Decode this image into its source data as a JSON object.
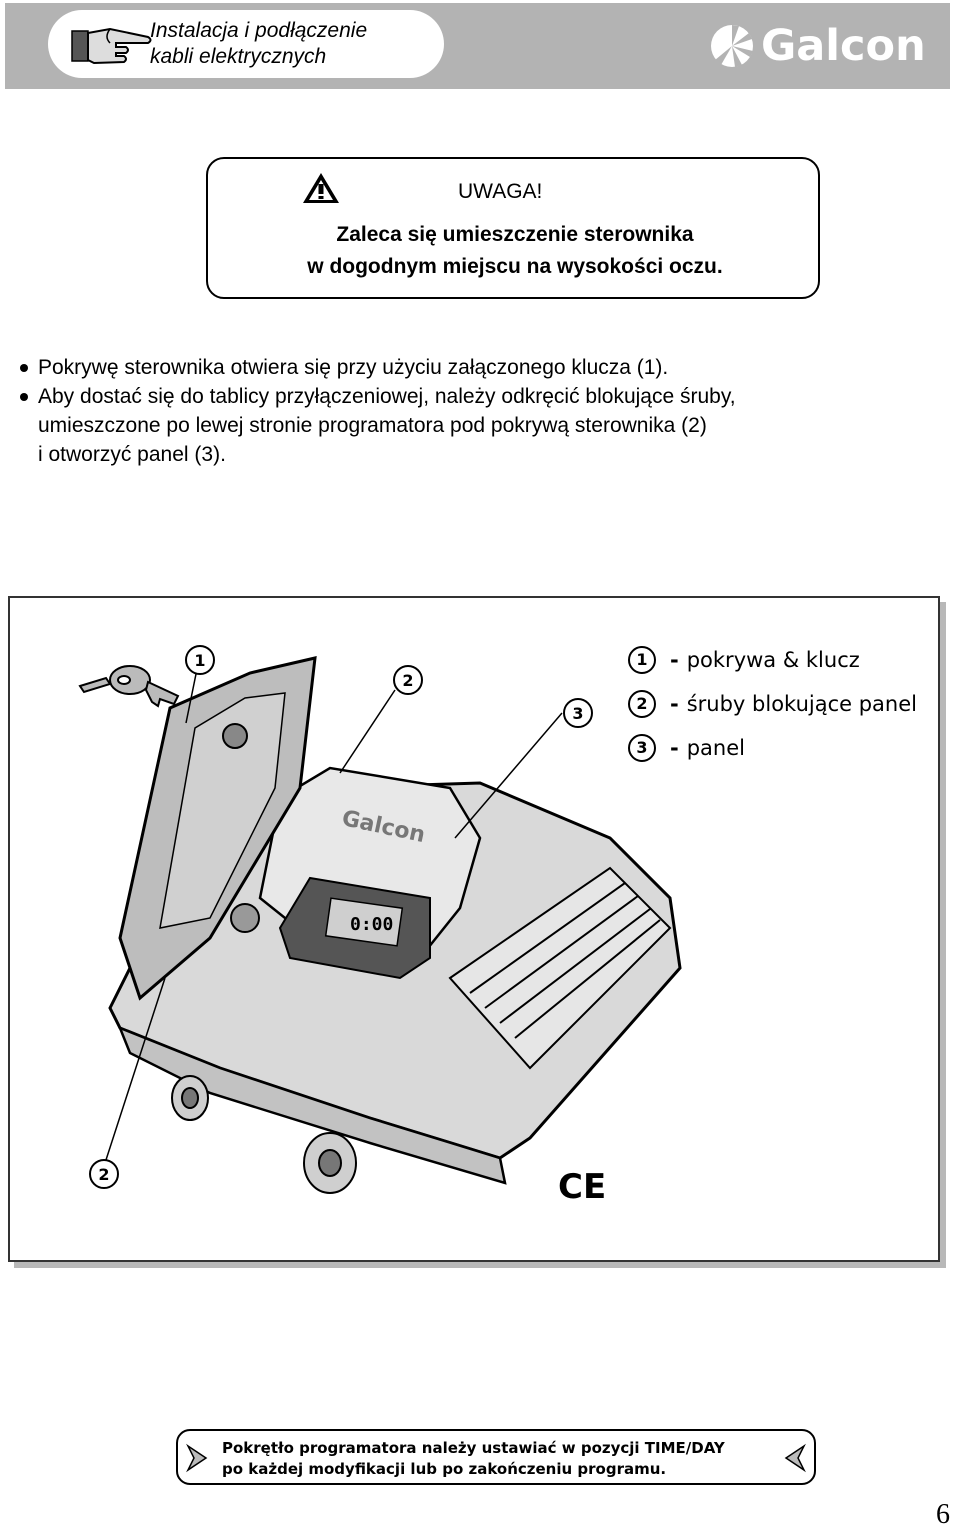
{
  "header": {
    "title_line1": "Instalacja i podłączenie",
    "title_line2": "kabli elektrycznych",
    "brand": "Galcon",
    "icon": "pointing-hand-icon",
    "background": "#b3b3b3"
  },
  "warning": {
    "icon": "warning-triangle-icon",
    "title": "UWAGA!",
    "line1": "Zaleca się umieszczenie sterownika",
    "line2": "w dogodnym miejscu na wysokości oczu."
  },
  "bullets": [
    {
      "lines": [
        "Pokrywę sterownika otwiera się przy użyciu załączonego klucza (1)."
      ]
    },
    {
      "lines": [
        "Aby dostać się do tablicy przyłączeniowej, należy odkręcić blokujące śruby,",
        "umieszczone po lewej stronie programatora pod pokrywą sterownika (2)",
        "i otworzyć panel (3)."
      ]
    }
  ],
  "figure": {
    "legend": [
      {
        "num": "1",
        "label": "pokrywa & klucz"
      },
      {
        "num": "2",
        "label": "śruby blokujące panel"
      },
      {
        "num": "3",
        "label": "panel"
      }
    ],
    "callouts": [
      "1",
      "2",
      "3",
      "2"
    ],
    "device_brand": "Galcon",
    "display_value": "0:00",
    "mark": "CE"
  },
  "note": {
    "line1": "Pokrętło programatora należy ustawiać w pozycji TIME/DAY",
    "line2": "po każdej modyfikacji lub po zakończeniu programu."
  },
  "page_number": "6"
}
